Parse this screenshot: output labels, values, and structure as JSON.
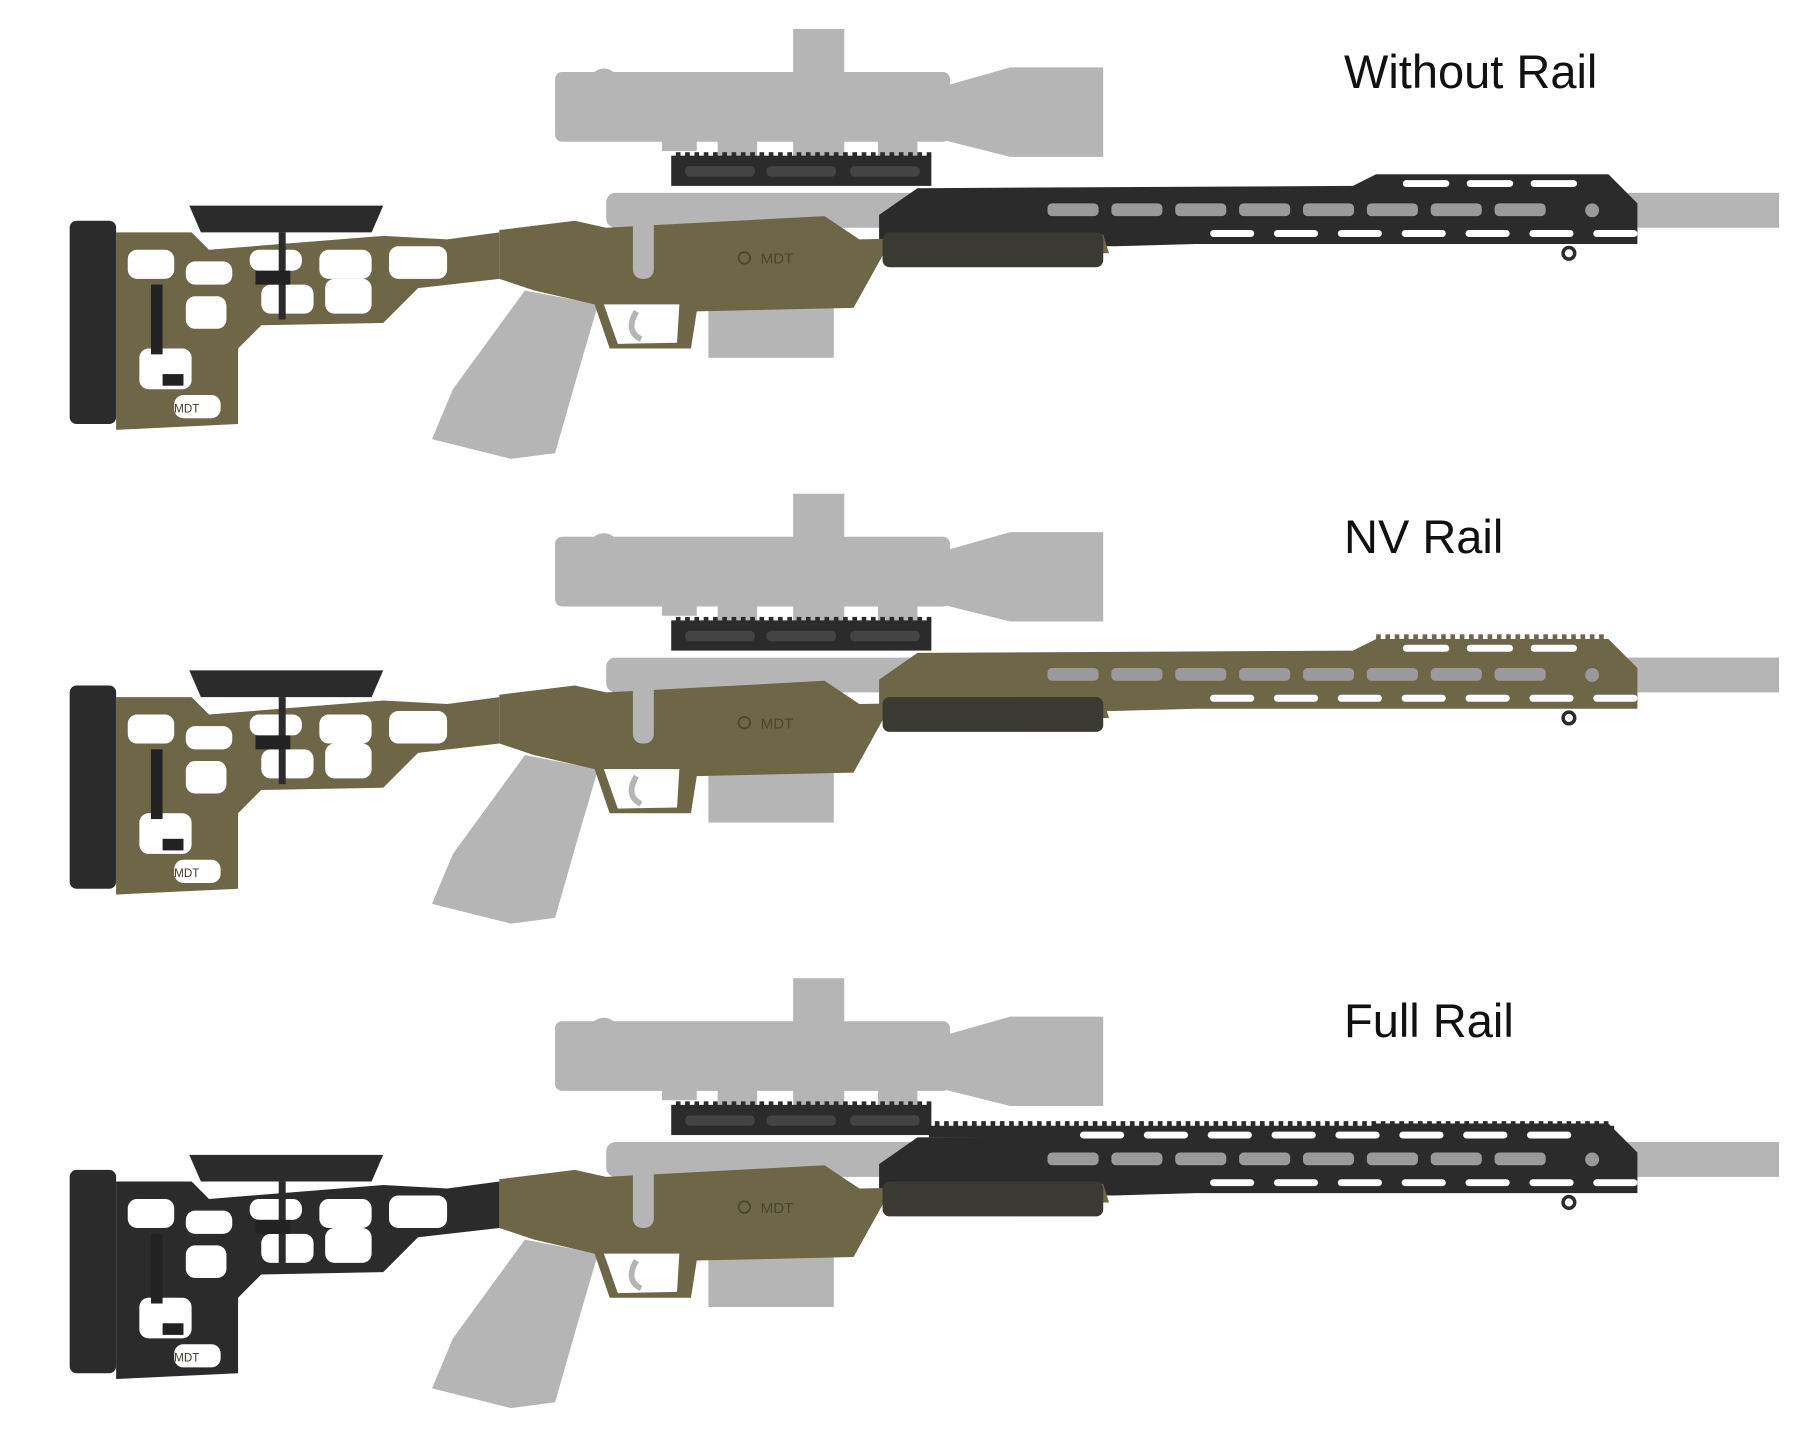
{
  "configurations": [
    {
      "label": "Without Rail",
      "stock_color": "#6d6748",
      "chassis_color": "#6d6748",
      "handguard_color": "#2b2b2b",
      "rail": "none"
    },
    {
      "label": "NV Rail",
      "stock_color": "#6d6748",
      "chassis_color": "#6d6748",
      "handguard_color": "#6d6748",
      "rail": "nv"
    },
    {
      "label": "Full Rail",
      "stock_color": "#2b2b2b",
      "chassis_color": "#6d6748",
      "handguard_color": "#2b2b2b",
      "rail": "full"
    }
  ],
  "logo_text": "MDT",
  "colors": {
    "ghost_parts": "#b5b5b5",
    "dark_parts": "#2b2b2b",
    "background": "#ffffff"
  }
}
